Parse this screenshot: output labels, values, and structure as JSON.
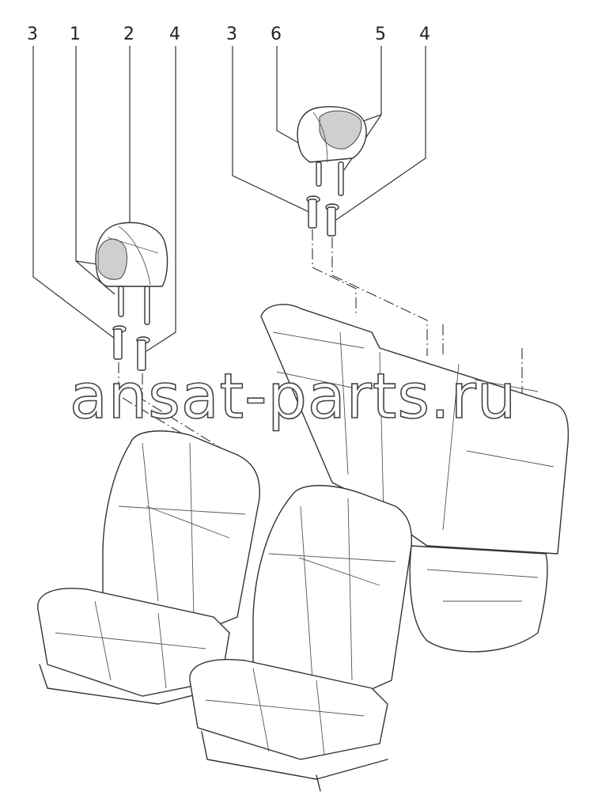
{
  "callouts": {
    "left_1": "3",
    "left_2": "1",
    "left_3": "2",
    "left_4": "4",
    "right_1": "3",
    "right_2": "6",
    "right_3": "5",
    "right_4": "4"
  },
  "watermark": "ansat-parts.ru",
  "icons": {
    "headrest": "headrest-icon",
    "guide_sleeve": "guide-sleeve-icon",
    "front_seat": "front-seat-icon",
    "rear_seat": "rear-seat-icon"
  },
  "colors": {
    "line": "#333333",
    "fill_speckle": "#cfcfcf",
    "background": "#ffffff"
  }
}
